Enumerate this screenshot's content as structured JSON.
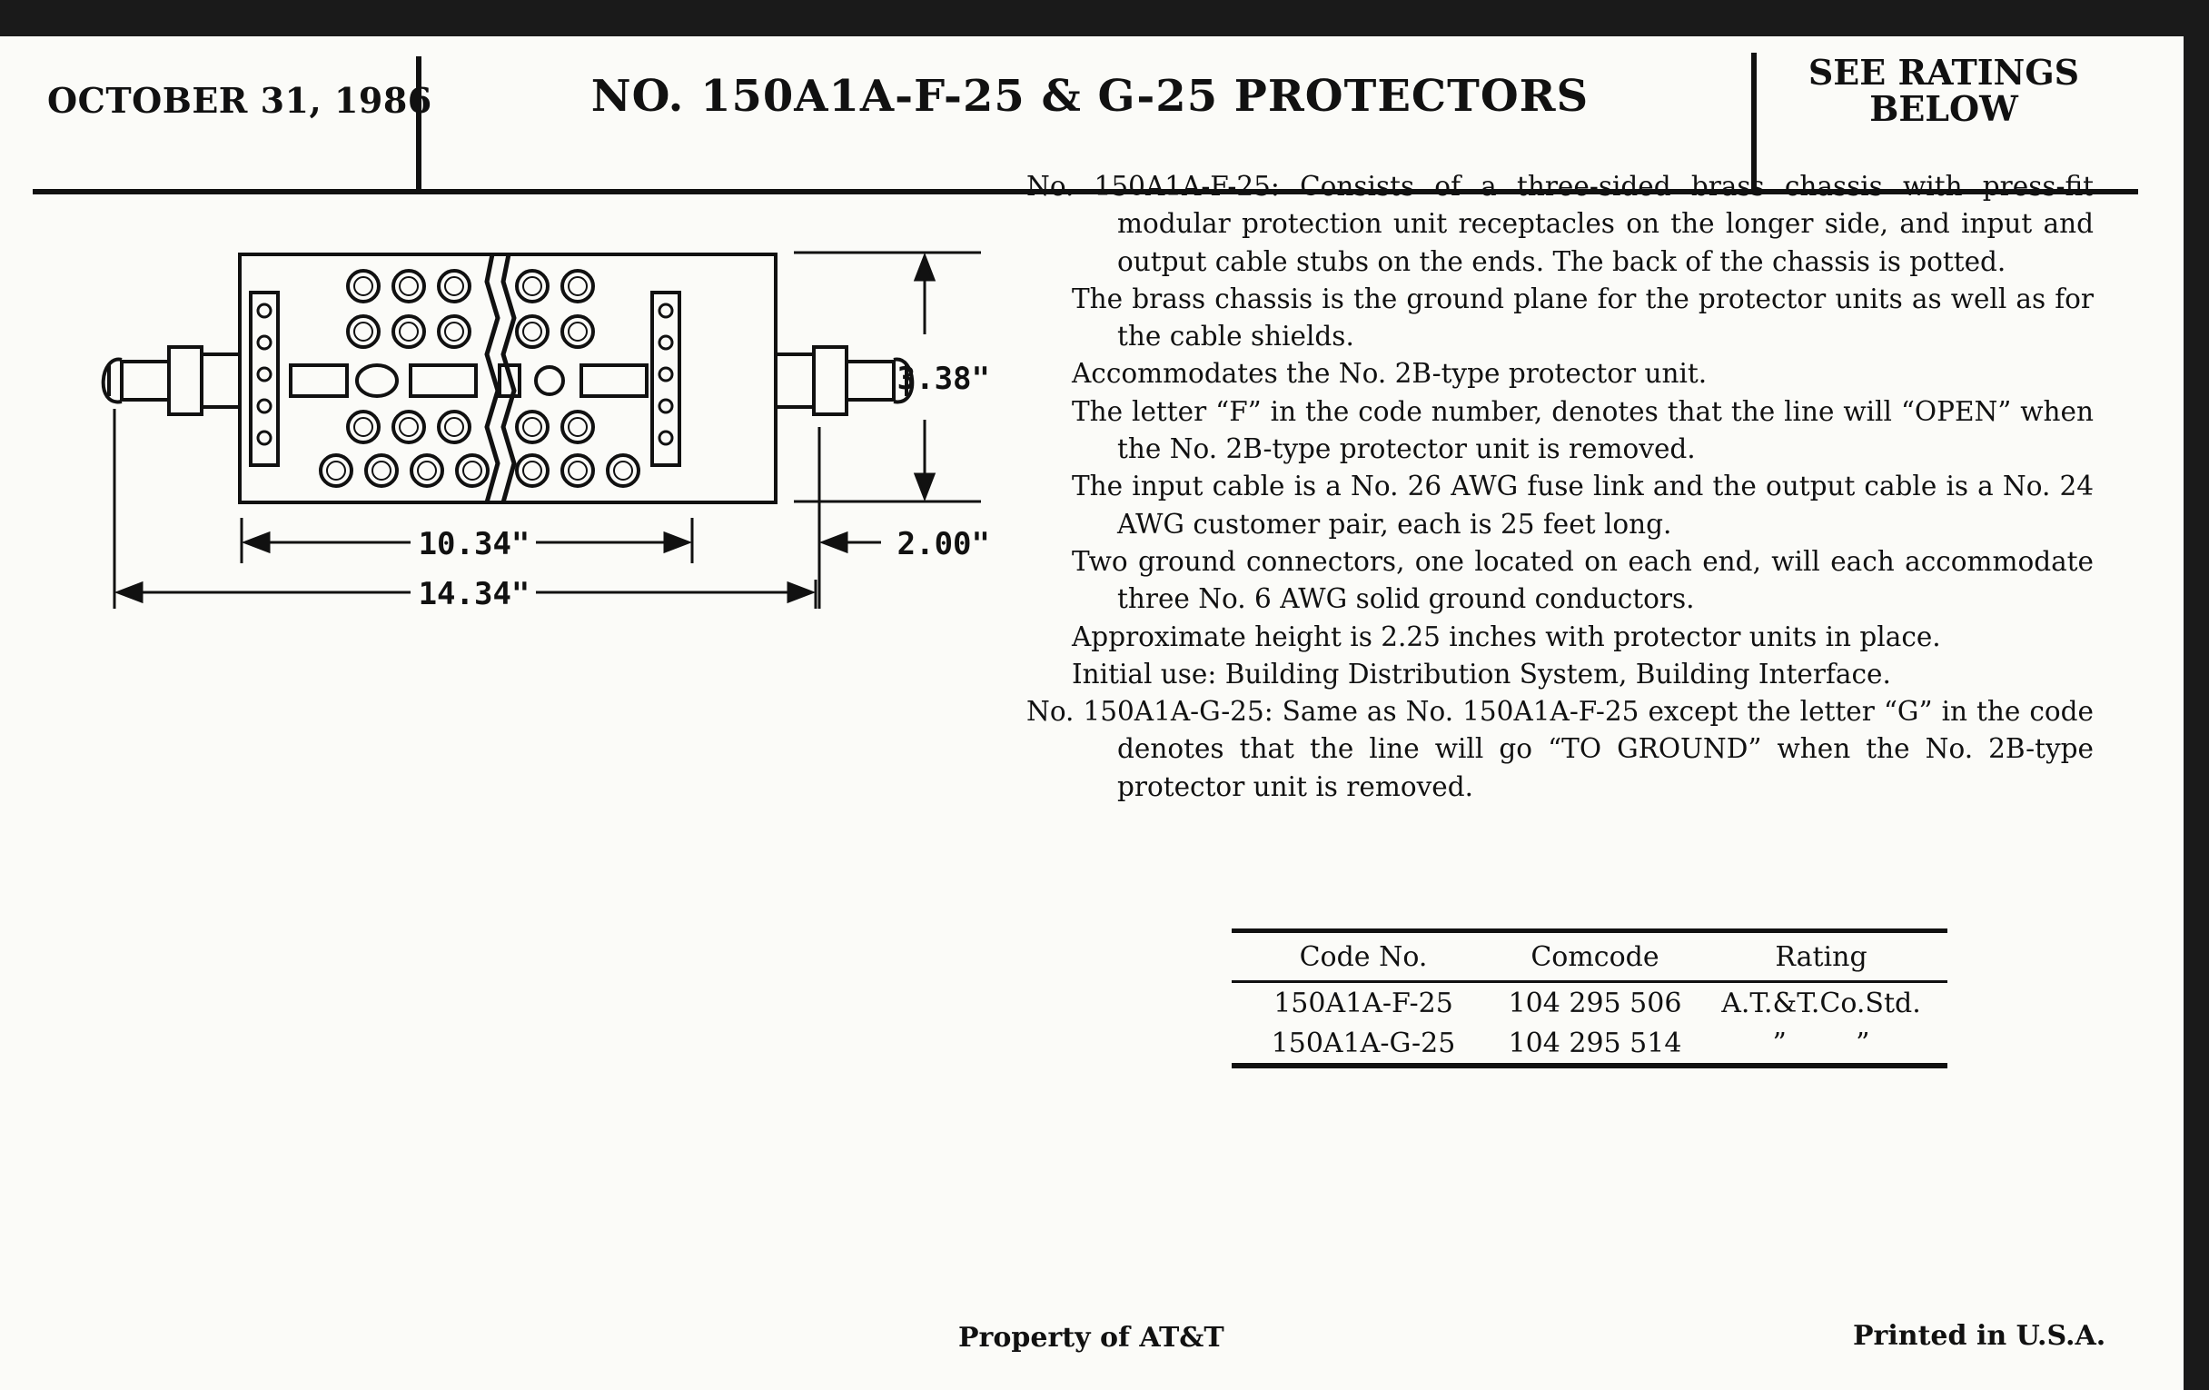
{
  "header": {
    "date": "OCTOBER 31, 1986",
    "title": "NO. 150A1A-F-25 & G-25 PROTECTORS",
    "ratings_line1": "SEE RATINGS",
    "ratings_line2": "BELOW"
  },
  "figure": {
    "dim_height": "3.38\"",
    "dim_depth": "2.00\"",
    "dim_body_length": "10.34\"",
    "dim_overall_length": "14.34\""
  },
  "description": [
    "No. 150A1A-F-25: Consists of a three-sided brass chassis with press-fit modular protection unit receptacles on the longer side, and input and output cable stubs on the ends. The back of the chassis is potted.",
    "The brass chassis is the ground plane for the protector units as well as for the cable shields.",
    "Accommodates the No. 2B-type protector unit.",
    "The letter “F” in the code number, denotes that the line will “OPEN” when the No. 2B-type protector unit is removed.",
    "The input cable is a No. 26 AWG fuse link and the output cable is a No. 24 AWG customer pair, each is 25 feet long.",
    "Two ground connectors, one located on each end, will each accommodate three No. 6 AWG solid ground conductors.",
    "Approximate height is 2.25 inches with protector units in place.",
    "Initial use: Building Distribution System, Building Interface.",
    "No. 150A1A-G-25: Same as No. 150A1A-F-25 except the letter “G” in the code denotes that the line will go “TO GROUND” when the No. 2B-type protector unit is removed."
  ],
  "table": {
    "headers": [
      "Code No.",
      "Comcode",
      "Rating"
    ],
    "rows": [
      [
        "150A1A-F-25",
        "104 295 506",
        "A.T.&T.Co.Std."
      ],
      [
        "150A1A-G-25",
        "104 295 514",
        "”        ”"
      ]
    ]
  },
  "footer": {
    "property": "Property of AT&T",
    "printed": "Printed in U.S.A."
  }
}
